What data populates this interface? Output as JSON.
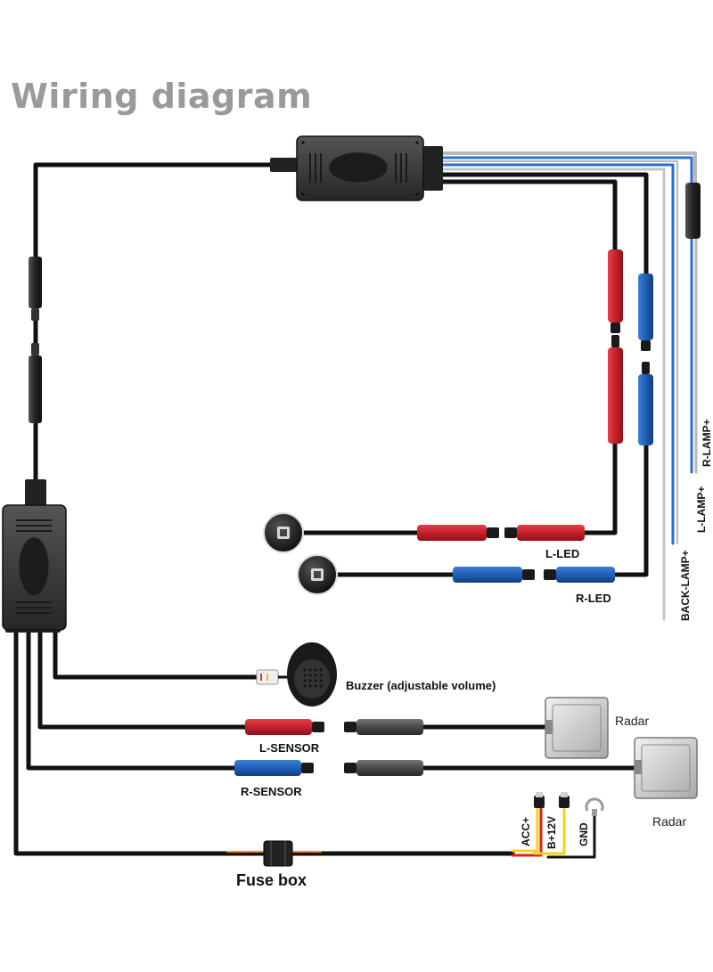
{
  "title": "Wiring diagram",
  "labels": {
    "l_led": "L-LED",
    "r_led": "R-LED",
    "r_lamp": "R-LAMP+",
    "l_lamp": "L-LAMP+",
    "back_lamp": "BACK-LAMP+",
    "buzzer": "Buzzer (adjustable volume)",
    "l_sensor": "L-SENSOR",
    "r_sensor": "R-SENSOR",
    "radar_top": "Radar",
    "radar_bottom": "Radar",
    "acc": "ACC+",
    "b12v": "B+12V",
    "gnd": "GND",
    "fuse_box": "Fuse box"
  },
  "colors": {
    "cable": "#111111",
    "connector_red": "#c8202a",
    "connector_blue": "#1f5fb8",
    "connector_gray": "#4a4a4a",
    "lamp_blue": "#2a6fd6",
    "lamp_gray": "#b8b8b8",
    "wire_red": "#e02020",
    "wire_yellow": "#f2d21b",
    "title_gray": "#9a9a9a"
  }
}
